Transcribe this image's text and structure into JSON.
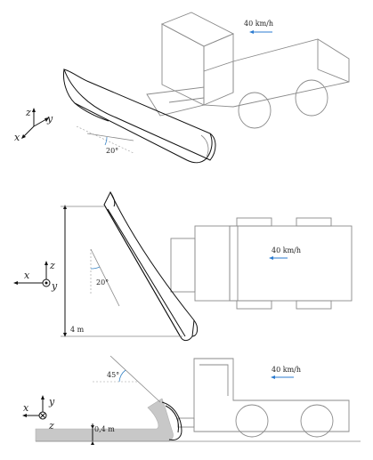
{
  "top_view_iso": {
    "speed_label": "40 km/h",
    "angle_label": "20°",
    "axes": {
      "z": "z",
      "y": "y",
      "x": "x"
    }
  },
  "plan_view": {
    "speed_label": "40 km/h",
    "angle_label": "20°",
    "length_label": "4 m",
    "axes": {
      "x": "x",
      "z": "z",
      "y": "y"
    }
  },
  "side_view": {
    "speed_label": "40 km/h",
    "angle_label": "45°",
    "depth_label": "0,4 m",
    "axes": {
      "y": "y",
      "x": "x",
      "z": "z"
    }
  },
  "colors": {
    "velocity_arrow": "#2b7bd0",
    "angle_arc": "#3a86c8",
    "snow": "#c8c8c8"
  }
}
